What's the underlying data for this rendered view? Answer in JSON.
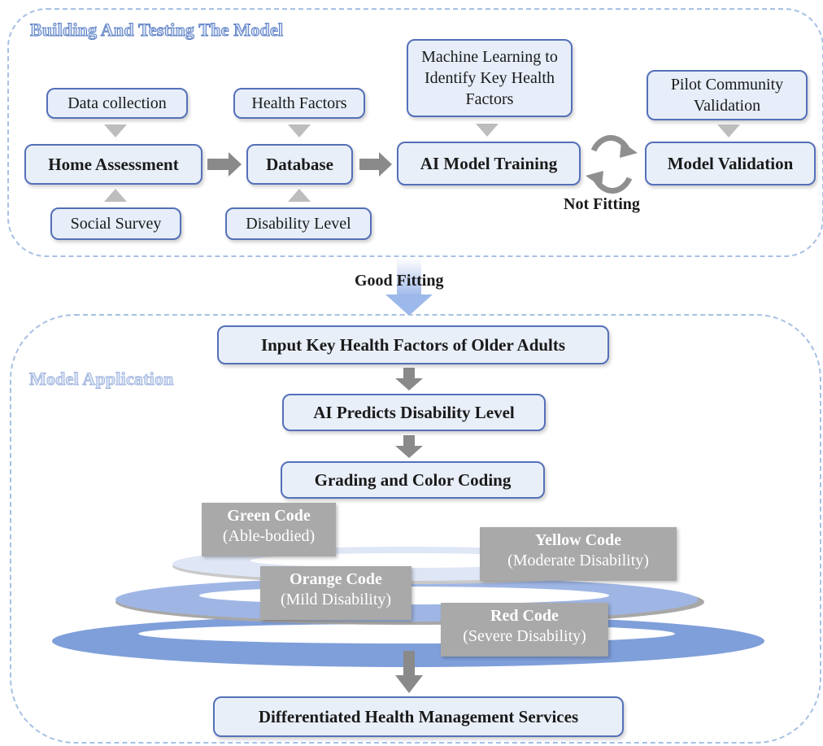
{
  "top_section": {
    "title": "Building And Testing The Model",
    "home_assessment": "Home Assessment",
    "data_collection": "Data collection",
    "social_survey": "Social Survey",
    "database": "Database",
    "health_factors": "Health Factors",
    "disability_level": "Disability Level",
    "ai_model_training": "AI Model Training",
    "machine_learning": "Machine Learning to Identify Key Health Factors",
    "model_validation": "Model Validation",
    "pilot_validation": "Pilot Community Validation",
    "not_fitting": "Not Fitting"
  },
  "good_fitting": "Good Fitting",
  "bottom_section": {
    "title": "Model Application",
    "input_factors": "Input Key Health Factors of Older Adults",
    "ai_predicts": "AI Predicts Disability Level",
    "grading": "Grading and Color Coding",
    "codes": [
      {
        "name": "Green Code",
        "desc": "(Able-bodied)"
      },
      {
        "name": "Yellow Code",
        "desc": "(Moderate Disability)"
      },
      {
        "name": "Orange Code",
        "desc": "(Mild Disability)"
      },
      {
        "name": "Red Code",
        "desc": "(Severe Disability)"
      }
    ],
    "services": "Differentiated Health Management Services"
  },
  "colors": {
    "panel_border": "#a8c0e4",
    "box_fill": "#e7eef9",
    "box_border": "#5470b8",
    "arrow_gray": "#8a8a8a",
    "title_blue": "#5c7fc4",
    "code_box": "#a9a9a9",
    "disc_light": "#dfe7f6",
    "disc_mid": "#9fb6e5",
    "disc_dark": "#7d9cd8"
  }
}
